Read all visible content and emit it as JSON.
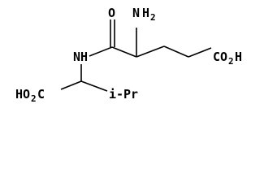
{
  "molecule": {
    "labels": {
      "amine": {
        "element": "N",
        "hydrogen": "H",
        "count": "2"
      },
      "carbonyl_oxygen": "O",
      "side_chain_acid": {
        "main": "CO",
        "hydrogen": "H",
        "count": "2"
      },
      "amide": "NH",
      "terminal_acid": {
        "main": "HO",
        "carbon_part": "C"
      },
      "isopropyl": "Pr",
      "isopropyl_prefix": "i-"
    }
  }
}
